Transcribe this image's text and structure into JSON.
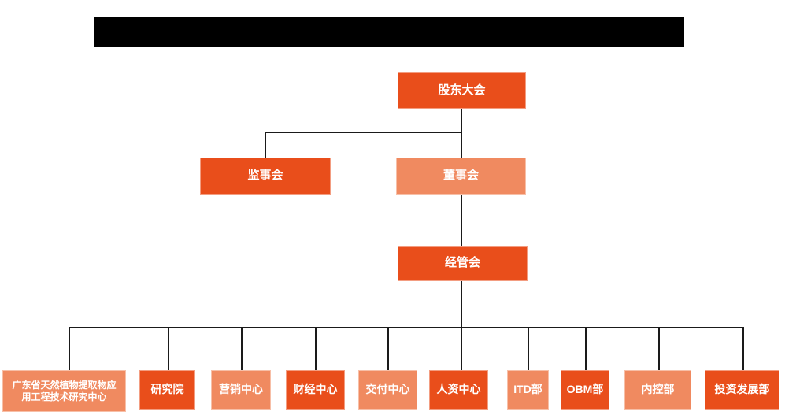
{
  "colors": {
    "primary": "#e94e1b",
    "secondary": "#f08a60",
    "line": "#1a1a1a",
    "redaction": "#000000",
    "background": "#ffffff",
    "text": "#ffffff"
  },
  "org_chart": {
    "title": "",
    "title_redacted": true,
    "root": {
      "label": "股东大会"
    },
    "level2": [
      {
        "label": "监事会"
      },
      {
        "label": "董事会"
      }
    ],
    "level3": {
      "label": "经管会"
    },
    "departments": [
      {
        "label": "广东省天然植物提取物应用工程技术研究中心"
      },
      {
        "label": "研究院"
      },
      {
        "label": "营销中心"
      },
      {
        "label": "财经中心"
      },
      {
        "label": "交付中心"
      },
      {
        "label": "人资中心"
      },
      {
        "label": "ITD部"
      },
      {
        "label": "OBM部"
      },
      {
        "label": "内控部"
      },
      {
        "label": "投资发展部"
      }
    ]
  }
}
